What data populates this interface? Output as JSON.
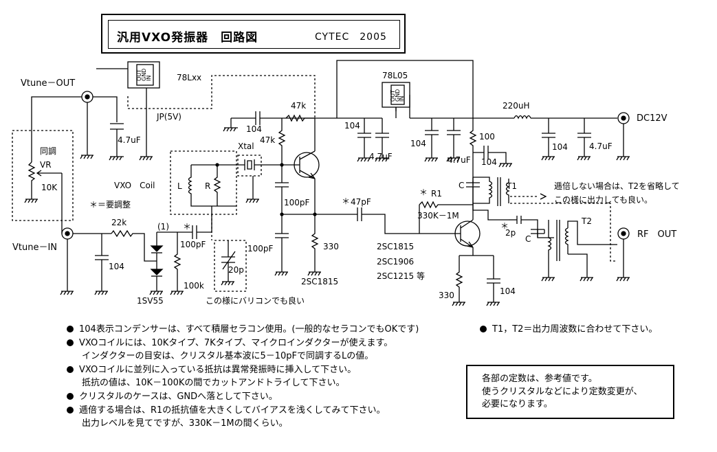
{
  "title": {
    "main": "汎用VXO発振器　回路図",
    "author_year": "CYTEC　2005"
  },
  "labels": {
    "vtune_out": "Vtune－OUT",
    "vtune_in": "Vtune－IN",
    "regulator_78lxx": "78Lxx",
    "regulator_78l05": "78L05",
    "reg_pin_out": "OUT",
    "reg_pin_gnd": "GND",
    "reg_pin_in": "IN",
    "jp": "JP(5V)",
    "c_4_7uf_a": "4.7uF",
    "c_4_7uf_b": "4.7uF",
    "c_4_7uf_c": "4.7uF",
    "c_4_7uf_d": "4.7uF",
    "vr_tune": "同調",
    "vr": "VR",
    "vr_10k": "10K",
    "cap_104_a": "104",
    "cap_104_b": "104",
    "cap_104_c": "104",
    "cap_104_d": "104",
    "cap_104_e": "104",
    "cap_104_f": "104",
    "cap_104_g": "104",
    "r_47k_top": "47k",
    "r_47k_left": "47k",
    "xtal": "Xtal",
    "vxo_coil": "VXO　Coil",
    "coil_l": "L",
    "coil_r": "R",
    "adjust_note": "＊＝要調整",
    "r_22k": "22k",
    "mark_1": "(1)",
    "star_1": "＊",
    "star_2": "＊",
    "star_3": "＊",
    "c_100pf_a": "100pF",
    "c_100pf_b": "100pF",
    "c_100pf_c": "100pF",
    "c_47pf": "47pF",
    "r_100k": "100k",
    "vc_20p": "20p",
    "varicap_note": "この様にバリコンでも良い",
    "varactor": "1SV55",
    "r_330_a": "330",
    "r_330_b": "330",
    "tr_2sc1815": "2SC1815",
    "tr_list_1": "2SC1815",
    "tr_list_2": "2SC1906",
    "tr_list_3": "2SC1215 等",
    "r1": "R1",
    "r1_value": "330K－1M",
    "r_100": "100",
    "l_220uh": "220uH",
    "dc12v": "DC12V",
    "c_label": "C",
    "c_label_b": "C",
    "t1": "T1",
    "t2": "T2",
    "c_2p": "2p",
    "rf_out": "RF　OUT",
    "bypass_note_1": "逓倍しない場合は、T2を省略して",
    "bypass_note_2": "この様に出力しても良い。"
  },
  "notes": [
    {
      "bullet": true,
      "text": "104表示コンデンサーは、すべて積層セラコン使用。(一般的なセラコンでもOKです)"
    },
    {
      "bullet": true,
      "text": "VXOコイルには、10Kタイプ、7Kタイプ、マイクロインダクターが使えます。"
    },
    {
      "bullet": false,
      "text": "インダクターの目安は、クリスタル基本波に5－10pFで同調するLの値。"
    },
    {
      "bullet": true,
      "text": "VXOコイルに並列に入っている抵抗は異常発振時に挿入して下さい。"
    },
    {
      "bullet": false,
      "text": "抵抗の値は、10K－100Kの間でカットアンドトライして下さい。"
    },
    {
      "bullet": true,
      "text": "クリスタルのケースは、GNDへ落として下さい。"
    },
    {
      "bullet": true,
      "text": "逓倍する場合は、R1の抵抗値を大きくしてバイアスを浅くしてみて下さい。"
    },
    {
      "bullet": false,
      "text": "出力レベルを見てですが、330K－1Mの間くらい。"
    }
  ],
  "t_note": "T1，T2＝出力周波数に合わせて下さい。",
  "reference_box": [
    "各部の定数は、参考値です。",
    "使うクリスタルなどにより定数変更が、",
    "必要になります。"
  ]
}
